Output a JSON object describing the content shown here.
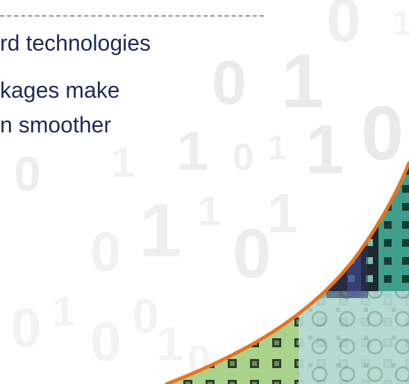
{
  "slide": {
    "body_lines": [
      "rd technologies",
      "kages make",
      "n smoother"
    ],
    "background_digits": [
      "1",
      "0",
      "1",
      "1",
      "0",
      "1",
      "0",
      "0",
      "1",
      "0",
      "1",
      "0",
      "1",
      "1",
      "0",
      "1",
      "0",
      "0",
      "1",
      "1",
      "0"
    ],
    "accent_color": "#e8731e",
    "text_color": "#1f2a5a"
  }
}
